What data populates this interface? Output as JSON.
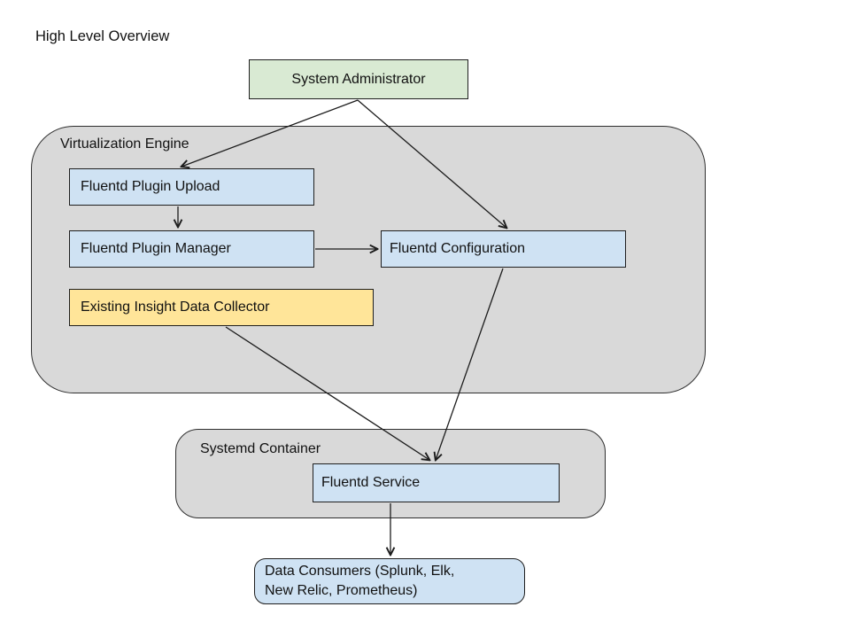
{
  "title": "High Level Overview",
  "colors": {
    "background": "#ffffff",
    "container_fill": "#d9d9d9",
    "node_blue": "#cfe2f3",
    "node_green": "#d9ead3",
    "node_yellow": "#ffe599",
    "border": "#1f1f1f",
    "connector": "#1c1c1c"
  },
  "containers": {
    "virtualization_engine": {
      "label": "Virtualization Engine"
    },
    "systemd_container": {
      "label": "Systemd Container"
    }
  },
  "nodes": {
    "system_administrator": {
      "label": "System Administrator",
      "color": "#d9ead3"
    },
    "fluentd_plugin_upload": {
      "label": "Fluentd Plugin Upload",
      "color": "#cfe2f3"
    },
    "fluentd_plugin_manager": {
      "label": "Fluentd Plugin Manager",
      "color": "#cfe2f3"
    },
    "fluentd_configuration": {
      "label": "Fluentd Configuration",
      "color": "#cfe2f3"
    },
    "existing_insight_data_collector": {
      "label": "Existing Insight Data Collector",
      "color": "#ffe599"
    },
    "fluentd_service": {
      "label": "Fluentd Service",
      "color": "#cfe2f3"
    },
    "data_consumers": {
      "label_line1": "Data Consumers (Splunk, Elk,",
      "label_line2": "New Relic, Prometheus)",
      "color": "#cfe2f3"
    }
  },
  "edges": [
    {
      "from": "system_administrator",
      "to": "fluentd_plugin_upload",
      "arrow": true
    },
    {
      "from": "system_administrator",
      "to": "fluentd_configuration",
      "arrow": true
    },
    {
      "from": "fluentd_plugin_upload",
      "to": "fluentd_plugin_manager",
      "arrow": true
    },
    {
      "from": "fluentd_plugin_manager",
      "to": "fluentd_configuration",
      "arrow": true
    },
    {
      "from": "fluentd_configuration",
      "to": "fluentd_service",
      "arrow": true
    },
    {
      "from": "existing_insight_data_collector",
      "to": "fluentd_service",
      "arrow": true
    },
    {
      "from": "fluentd_service",
      "to": "data_consumers",
      "arrow": true
    }
  ]
}
